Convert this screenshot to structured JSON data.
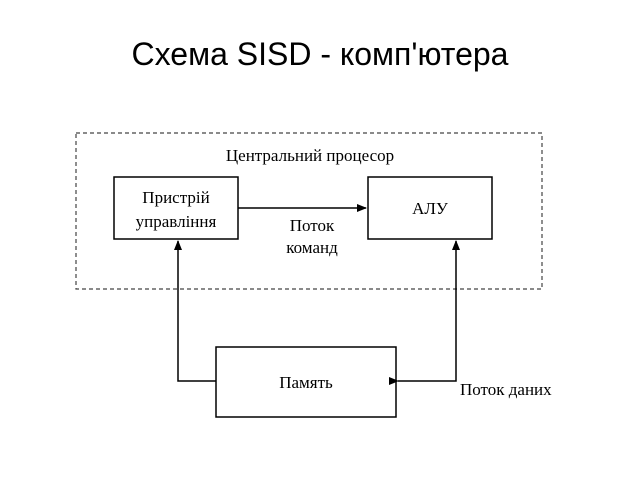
{
  "slide": {
    "title": "Схема SISD - комп'ютера"
  },
  "diagram": {
    "cpu_label": "Центральний процесор",
    "control_unit": [
      "Пристрій",
      "управління"
    ],
    "alu": "АЛУ",
    "command_flow": [
      "Поток",
      "команд"
    ],
    "memory": "Память",
    "data_flow": "Поток даних"
  }
}
